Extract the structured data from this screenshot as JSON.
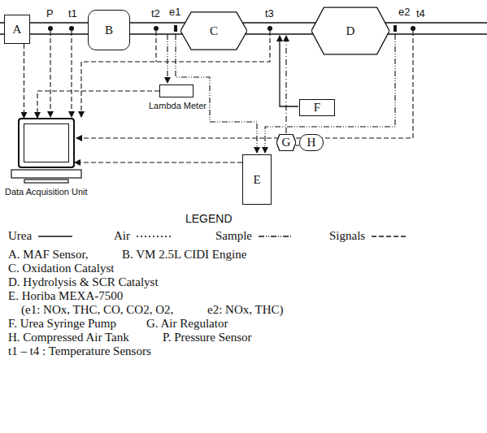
{
  "diagram": {
    "nodes": [
      {
        "text": [
          "A"
        ]
      },
      {
        "text": [
          "B"
        ]
      },
      {
        "text": [
          "C"
        ]
      },
      {
        "text": [
          "D"
        ]
      },
      {
        "text": [
          "Lambda Meter"
        ]
      },
      {
        "text": [
          "E"
        ]
      },
      {
        "text": [
          "F"
        ]
      },
      {
        "text": [
          "G"
        ]
      },
      {
        "text": [
          "H"
        ]
      },
      {
        "text": [
          "Data Acquisition Unit"
        ]
      }
    ],
    "edges": [
      {
        "from": 0,
        "to": 9,
        "arrow": "to"
      },
      {
        "from": 4,
        "to": 9,
        "arrow": "to"
      },
      {
        "from": 5,
        "to": 9,
        "arrow": "to"
      },
      {
        "from": 8,
        "to": 7,
        "arrow": "none"
      }
    ],
    "labels": [
      "P",
      "t1",
      "t2",
      "e1",
      "t3",
      "e2",
      "t4",
      "LEGEND",
      "A. MAF Sensor,",
      "B. VM 2.5L CIDI Engine",
      "C. Oxidation Catalyst",
      "D. Hydrolysis & SCR Catalyst",
      "E. Horiba MEXA-7500",
      "(e1: NOx, THC, CO, CO2, O2,",
      "e2: NOx, THC)",
      "F. Urea Syringe Pump",
      "G. Air Regulator",
      "H. Compressed Air Tank",
      "P. Pressure Sensor",
      "t1 – t4 : Temperature Sensors"
    ],
    "legend": [
      {
        "text": "Urea"
      },
      {
        "text": "Air"
      },
      {
        "text": "Sample"
      },
      {
        "text": "Signals"
      }
    ]
  }
}
